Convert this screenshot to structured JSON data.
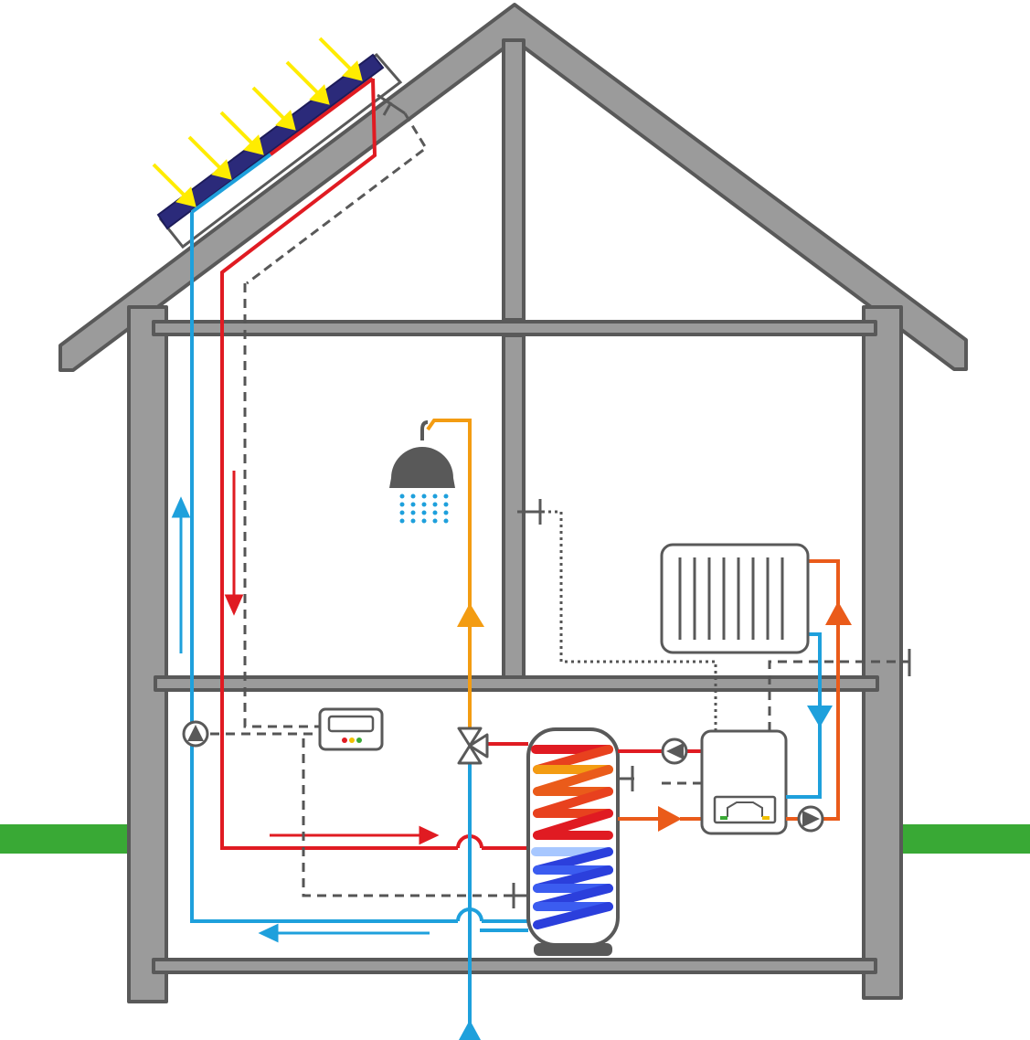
{
  "diagram": {
    "description_visible_text": "",
    "colors": {
      "structure_fill": "#9b9b9b",
      "structure_stroke": "#595959",
      "cold_water": "#1ea0dc",
      "solar_hot": "#e01b22",
      "domestic_hot": "#f39c12",
      "heating_flow": "#ea5b1a",
      "control_line": "#555555",
      "ground": "#39a935",
      "panel": "#2b2a7a",
      "sun_ray": "#ffec00",
      "device": "#595959",
      "coil_hot_1": "#e01b22",
      "coil_hot_2": "#f39c12",
      "coil_cold_1": "#2b3fdc",
      "coil_cold_2": "#a7c7ff"
    },
    "components": [
      {
        "name": "solar-collector",
        "type": "panel"
      },
      {
        "name": "shower-head-icon",
        "type": "icon"
      },
      {
        "name": "radiator",
        "type": "device"
      },
      {
        "name": "solar-controller",
        "type": "device"
      },
      {
        "name": "hot-water-storage-tank",
        "type": "tank"
      },
      {
        "name": "boiler",
        "type": "device"
      },
      {
        "name": "three-way-mixing-valve",
        "type": "valve"
      },
      {
        "name": "solar-pump",
        "type": "pump"
      },
      {
        "name": "boiler-pump-return",
        "type": "pump"
      },
      {
        "name": "heating-circuit-pump",
        "type": "pump"
      }
    ]
  }
}
